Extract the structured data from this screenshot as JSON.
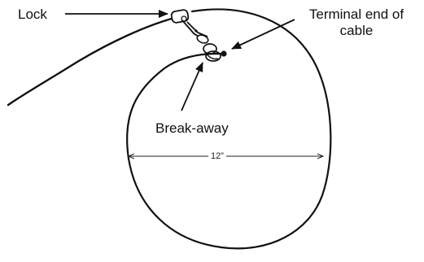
{
  "diagram": {
    "labels": {
      "lock": "Lock",
      "terminal_line1": "Terminal end of",
      "terminal_line2": "cable",
      "break_away": "Break-away",
      "diameter": "12”"
    },
    "colors": {
      "ink": "#111111",
      "background": "#ffffff"
    }
  }
}
